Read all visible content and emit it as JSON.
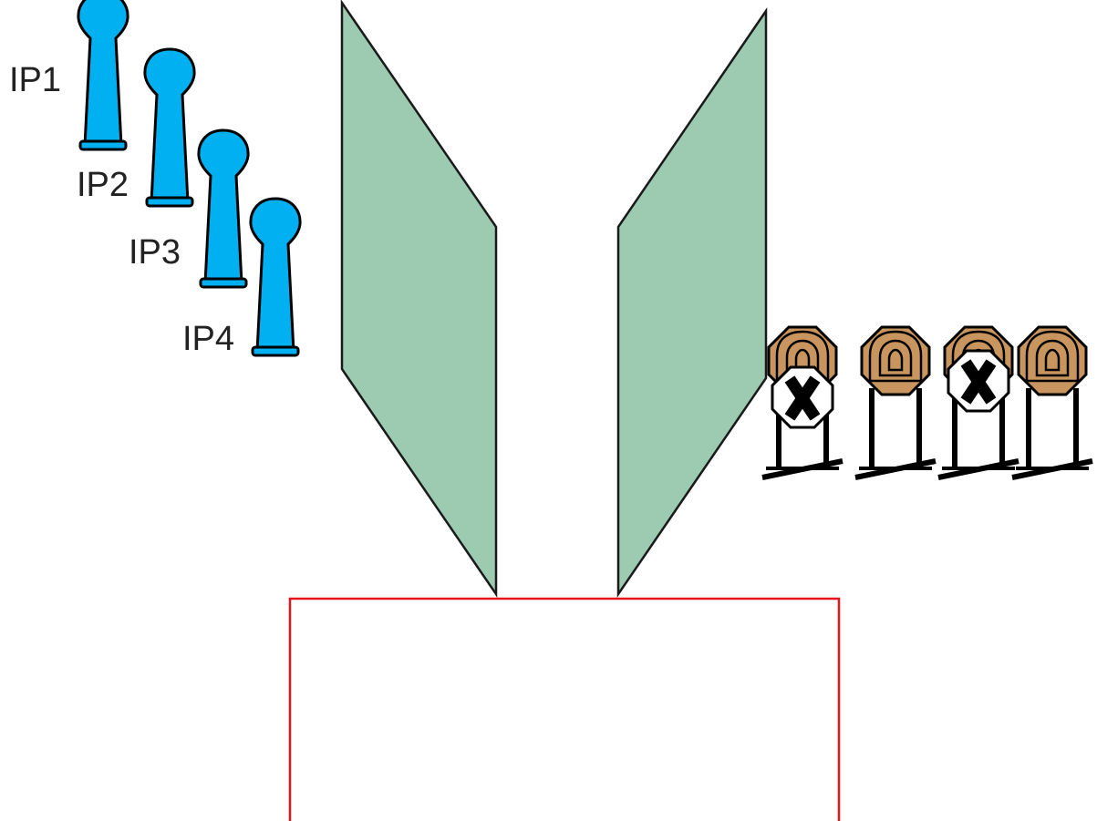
{
  "colors": {
    "popper_fill": "#00b0f0",
    "barricade_fill": "#9ccbb1",
    "target_fill": "#c8955f",
    "fault_box_stroke": "#e8141c",
    "outline": "#000000"
  },
  "poppers": [
    {
      "label": "IP1",
      "icon": "popper-icon"
    },
    {
      "label": "IP2",
      "icon": "popper-icon"
    },
    {
      "label": "IP3",
      "icon": "popper-icon"
    },
    {
      "label": "IP4",
      "icon": "popper-icon"
    }
  ],
  "barricades": [
    {
      "name": "left-barricade"
    },
    {
      "name": "right-barricade"
    }
  ],
  "targets": [
    {
      "type": "paper-target",
      "no_shoot": true
    },
    {
      "type": "paper-target",
      "no_shoot": false
    },
    {
      "type": "paper-target",
      "no_shoot": true
    },
    {
      "type": "paper-target",
      "no_shoot": false
    }
  ],
  "shooting_area": {
    "name": "shooting-box"
  }
}
